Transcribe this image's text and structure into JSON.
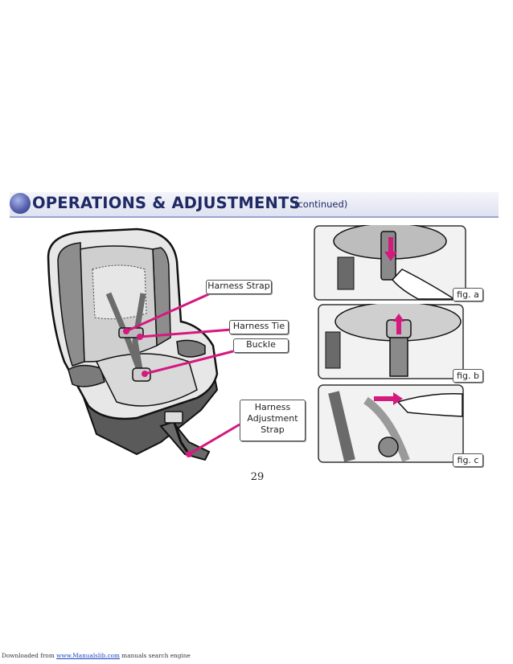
{
  "header": {
    "title": "OPERATIONS & ADJUSTMENTS",
    "continued": "(continued)"
  },
  "callouts": {
    "harness_strap": "Harness Strap",
    "harness_tie": "Harness Tie",
    "buckle": "Buckle",
    "harness_adjustment_strap": [
      "Harness",
      "Adjustment",
      "Strap"
    ]
  },
  "figures": {
    "a": "fig. a",
    "b": "fig. b",
    "c": "fig. c"
  },
  "page_number": "29",
  "footer": {
    "prefix": "Downloaded from ",
    "link": "www.Manualslib.com",
    "suffix": " manuals search engine"
  },
  "colors": {
    "accent_magenta": "#d4197f",
    "header_navy": "#1f2a64",
    "seat_gray": "#9a9a9a"
  }
}
